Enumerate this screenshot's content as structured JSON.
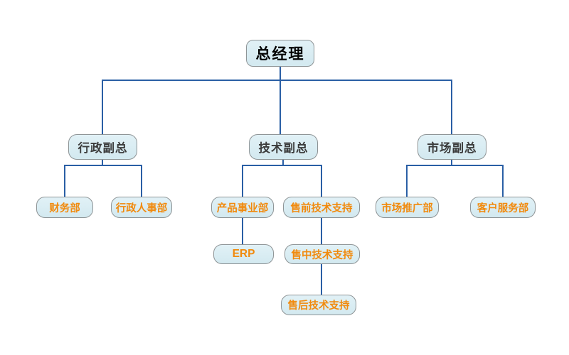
{
  "diagram": {
    "type": "org-chart",
    "background": "#ffffff"
  },
  "colors": {
    "node_fill": "#d7ecf2",
    "node_border": "#8e9496",
    "connector_line": "#2a5fa5",
    "root_text": "#000000",
    "vp_text": "#3b3b3b",
    "dept_text": "#f18a0d"
  },
  "nodes": {
    "gm": {
      "label": "总经理",
      "level": 1
    },
    "vp_admin": {
      "label": "行政副总",
      "level": 2
    },
    "vp_tech": {
      "label": "技术副总",
      "level": 2
    },
    "vp_market": {
      "label": "市场副总",
      "level": 2
    },
    "finance": {
      "label": "财务部",
      "level": 3
    },
    "admin_hr": {
      "label": "行政人事部",
      "level": 3
    },
    "product": {
      "label": "产品事业部",
      "level": 3
    },
    "presales": {
      "label": "售前技术支持",
      "level": 3
    },
    "marketing": {
      "label": "市场推广部",
      "level": 3
    },
    "customer": {
      "label": "客户服务部",
      "level": 3
    },
    "erp": {
      "label": "ERP",
      "level": 4
    },
    "midsales": {
      "label": "售中技术支持",
      "level": 4
    },
    "aftersales": {
      "label": "售后技术支持",
      "level": 5
    }
  },
  "edges": [
    {
      "from": "总经理",
      "to": "行政副总"
    },
    {
      "from": "总经理",
      "to": "技术副总"
    },
    {
      "from": "总经理",
      "to": "市场副总"
    },
    {
      "from": "行政副总",
      "to": "财务部"
    },
    {
      "from": "行政副总",
      "to": "行政人事部"
    },
    {
      "from": "技术副总",
      "to": "产品事业部"
    },
    {
      "from": "技术副总",
      "to": "售前技术支持"
    },
    {
      "from": "市场副总",
      "to": "市场推广部"
    },
    {
      "from": "市场副总",
      "to": "客户服务部"
    },
    {
      "from": "产品事业部",
      "to": "ERP"
    },
    {
      "from": "售前技术支持",
      "to": "售中技术支持"
    },
    {
      "from": "售中技术支持",
      "to": "售后技术支持"
    }
  ]
}
